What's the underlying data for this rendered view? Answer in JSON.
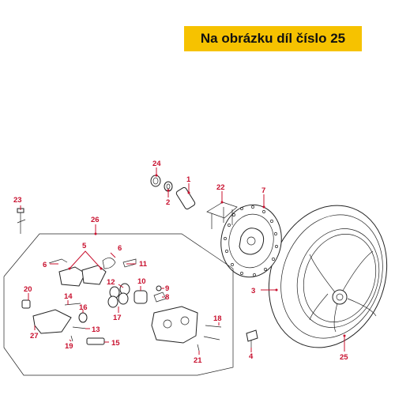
{
  "banner": {
    "text": "Na obrázku díl číslo 25"
  },
  "labels": {
    "l1": "1",
    "l2": "2",
    "l3": "3",
    "l4": "4",
    "l5": "5",
    "l6a": "6",
    "l6b": "6",
    "l7": "7",
    "l8": "8",
    "l9": "9",
    "l10": "10",
    "l11": "11",
    "l12": "12",
    "l13": "13",
    "l14": "14",
    "l15": "15",
    "l16": "16",
    "l17": "17",
    "l18": "18",
    "l19": "19",
    "l20": "20",
    "l21": "21",
    "l22": "22",
    "l23": "23",
    "l24": "24",
    "l25": "25",
    "l26": "26",
    "l27": "27"
  },
  "colors": {
    "banner": "#f6c200",
    "callout": "#c8102e",
    "line": "#222222"
  }
}
